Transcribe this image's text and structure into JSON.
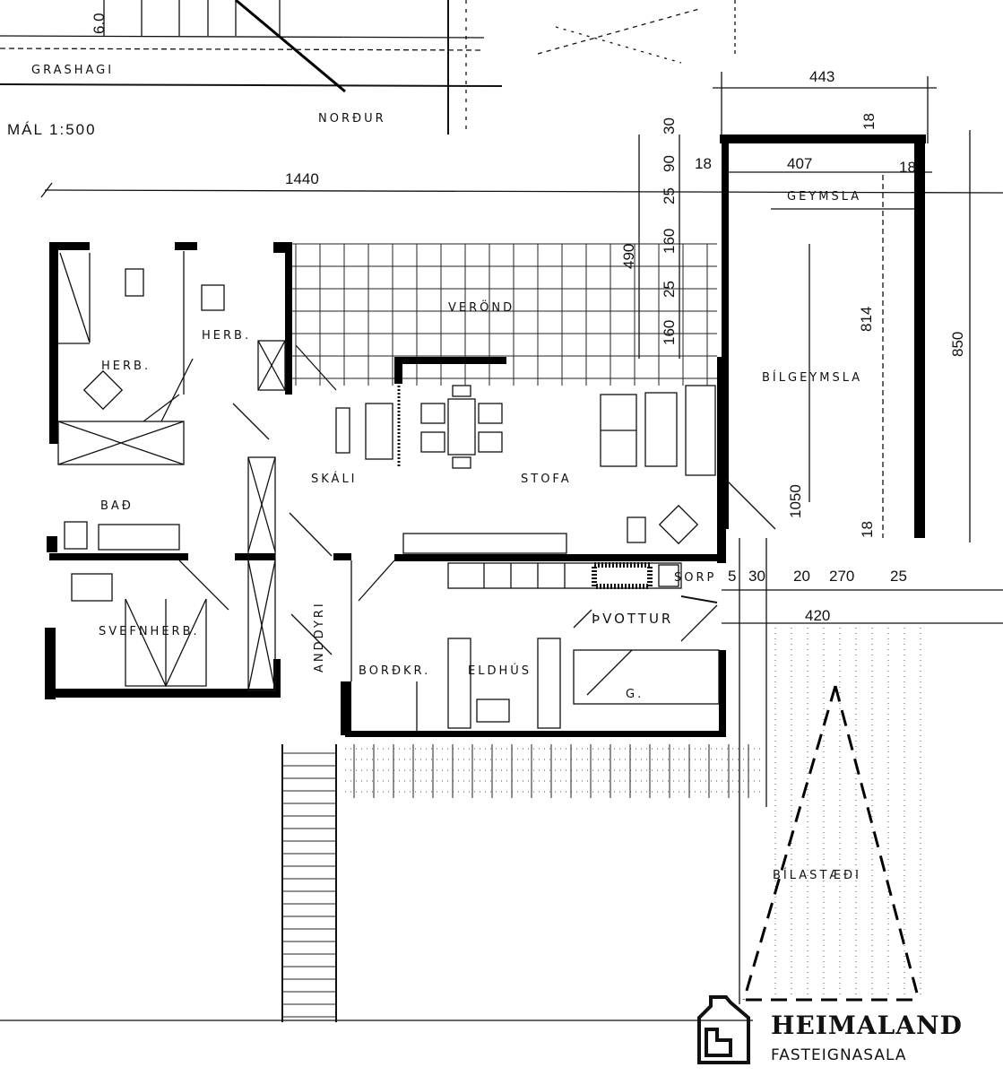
{
  "site": {
    "street": "GRASHAGI",
    "north": "NORÐUR",
    "scale": "MÁL 1:500",
    "lot_dim": "6.0"
  },
  "dimensions": {
    "overall_width": "1440",
    "garage_width": "443",
    "garage_inner_width": "407",
    "wall_left": "18",
    "wall_right": "18",
    "wall_top": "18",
    "garage_inner_depth": "814",
    "garage_depth": "850",
    "veranda_depth": "490",
    "stack": [
      "30",
      "90",
      "25",
      "160",
      "25",
      "160"
    ],
    "gap": "1050",
    "parking_row": [
      "5",
      "30",
      "20",
      "270",
      "25"
    ],
    "parking_width": "420",
    "small_18": "18"
  },
  "rooms": {
    "herb1": "HERB.",
    "herb2": "HERB.",
    "bad": "BAÐ",
    "svefnherb": "SVEFNHERB.",
    "skali": "SKÁLI",
    "stofa": "STOFA",
    "verond": "VERÖND",
    "anddyri": "ANDDYRI",
    "bordkr": "BORÐKR.",
    "eldhus": "ELDHÚS",
    "thvottur": "ÞVOTTUR",
    "g": "G.",
    "sorp": "SORP",
    "geymsla": "GEYMSLA",
    "bilgeymsla": "BÍLGEYMSLA",
    "bilastaedi": "BÍLASTÆÐI"
  },
  "logo": {
    "name": "HEIMALAND",
    "subtitle": "FASTEIGNASALA"
  }
}
